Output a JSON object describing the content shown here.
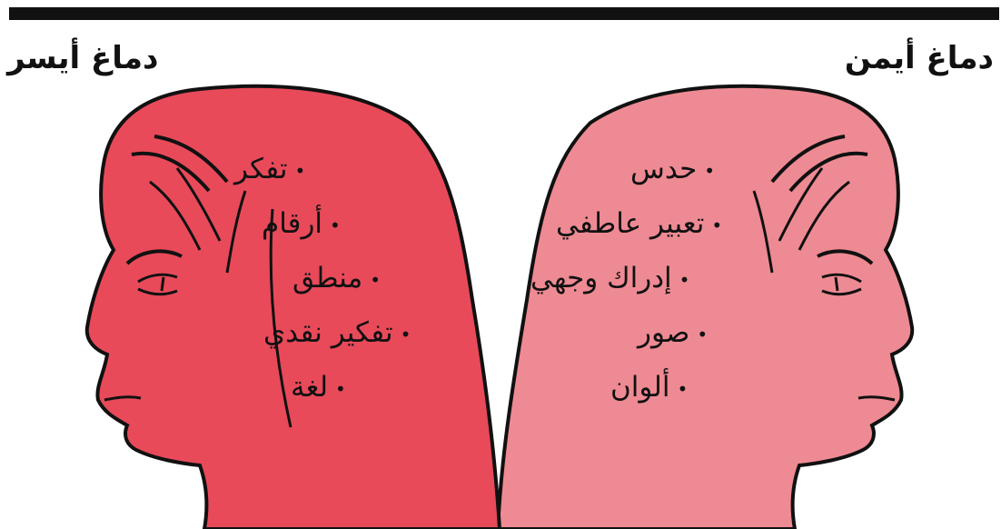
{
  "left_brain": {
    "title": "دماغ أيسر",
    "color": "#E84A5A",
    "traits": [
      "تفكر",
      "أرقام",
      "منطق",
      "تفكير نقدي",
      "لغة"
    ]
  },
  "right_brain": {
    "title": "دماغ أيمن",
    "color": "#EE8A93",
    "traits": [
      "حدس",
      "تعبير عاطفي",
      "إدراك وجهي",
      "صور",
      "ألوان"
    ]
  },
  "bullet_glyph": "•",
  "outline_color": "#111111"
}
